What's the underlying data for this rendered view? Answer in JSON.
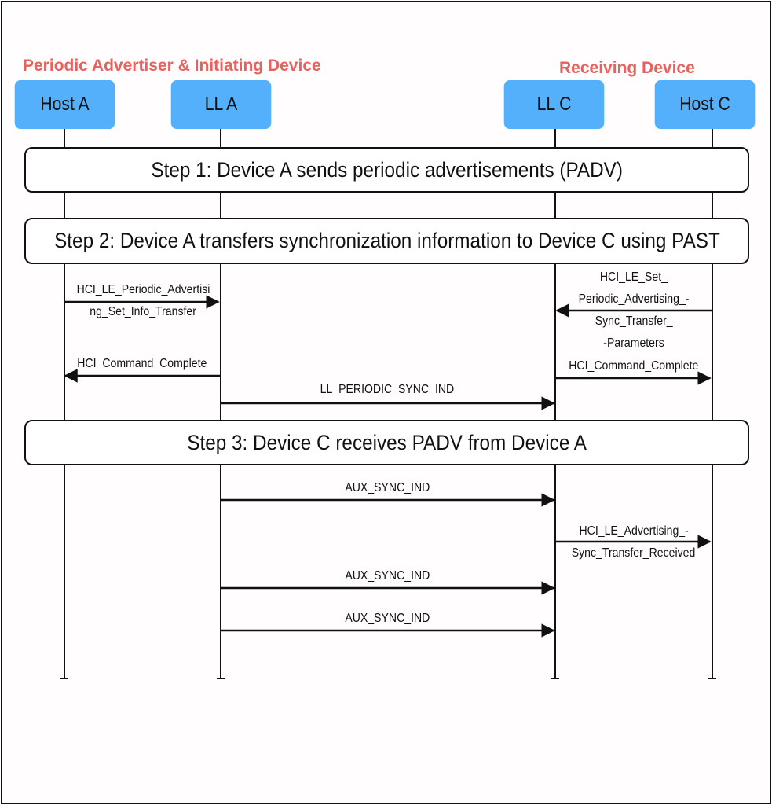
{
  "groups": {
    "left": "Periodic Advertiser & Initiating Device",
    "right": "Receiving Device"
  },
  "lifelines": [
    "Host A",
    "LL A",
    "LL C",
    "Host C"
  ],
  "steps": [
    "Step 1: Device A sends periodic advertisements (PADV)",
    "Step 2: Device A transfers synchronization information to Device C using PAST",
    "Step 3: Device C receives PADV from Device A"
  ],
  "messages": {
    "set_info_transfer": [
      "HCI_LE_Periodic_Advertisi",
      "ng_Set_Info_Transfer"
    ],
    "set_sync_params": [
      "HCI_LE_Set_",
      "Periodic_Advertising_-",
      "Sync_Transfer_",
      "-Parameters"
    ],
    "cmd_complete_a": "HCI_Command_Complete",
    "cmd_complete_c": "HCI_Command_Complete",
    "ll_periodic_sync": "LL_PERIODIC_SYNC_IND",
    "aux_sync_1": "AUX_SYNC_IND",
    "sync_transfer_received": [
      "HCI_LE_Advertising_-",
      "Sync_Transfer_Received"
    ],
    "aux_sync_2": "AUX_SYNC_IND",
    "aux_sync_3": "AUX_SYNC_IND"
  }
}
